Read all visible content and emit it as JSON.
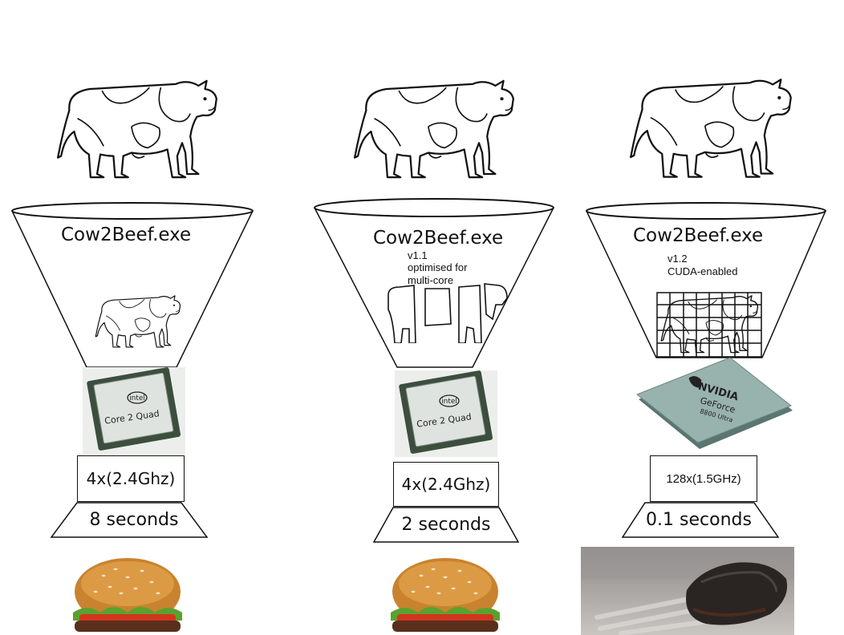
{
  "columns": [
    {
      "program": "Cow2Beef.exe",
      "version": "",
      "note": "",
      "processor_logo": "intel",
      "processor_brand": "Core 2 Quad",
      "processor_line": "Quad",
      "spec": "4x(2.4Ghz)",
      "time": "8 seconds",
      "result": "burger-icon"
    },
    {
      "program": "Cow2Beef.exe",
      "version": "v1.1",
      "note": "optimised for\nmulti-core",
      "processor_logo": "intel",
      "processor_brand": "Core 2 Quad",
      "processor_line": "Quad",
      "spec": "4x(2.4Ghz)",
      "time": "2 seconds",
      "result": "burger-icon"
    },
    {
      "program": "Cow2Beef.exe",
      "version": "v1.2",
      "note": "CUDA-enabled",
      "processor_logo": "NVIDIA",
      "processor_brand": "GeForce",
      "processor_line": "8800 Ultra",
      "spec": "128x(1.5GHz)",
      "time": "0.1 seconds",
      "result": "burnt-patty-icon"
    }
  ],
  "colors": {
    "outline": "#111111",
    "chip_intel": "#4a5d47",
    "chip_nvidia": "#8fa9a3",
    "bun": "#c9832f",
    "lettuce": "#5aa12e",
    "tomato": "#d2351f",
    "patty": "#5a2f1c",
    "burnt": "#2a2523"
  }
}
